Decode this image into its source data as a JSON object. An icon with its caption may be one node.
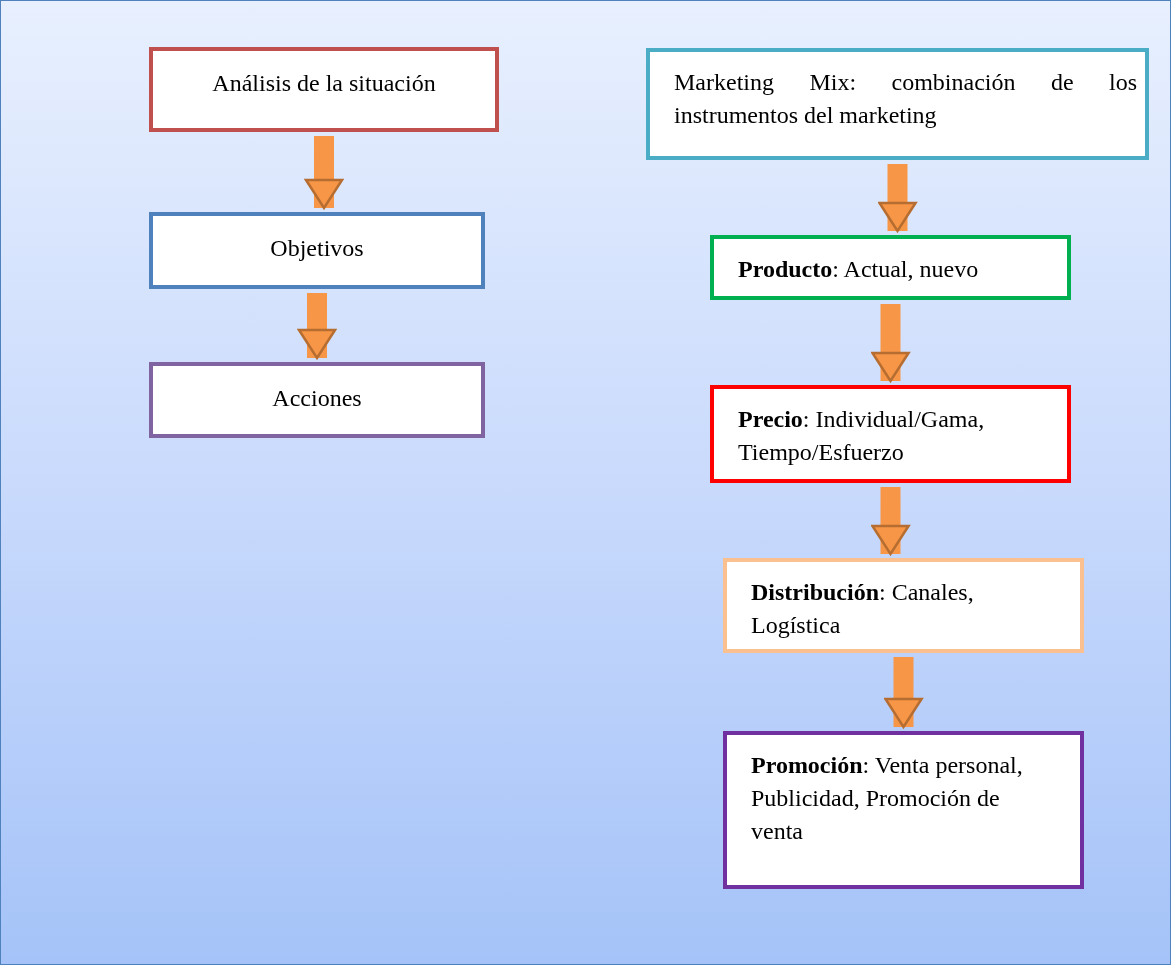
{
  "diagram": {
    "nodes": [
      {
        "text": [
          "Análisis de la situación"
        ]
      },
      {
        "text": [
          "Objetivos"
        ]
      },
      {
        "text": [
          "Acciones"
        ]
      },
      {
        "text": [
          "Marketing Mix: combinación de los instrumentos del marketing"
        ]
      },
      {
        "text": [
          "**Producto**: Actual, nuevo"
        ]
      },
      {
        "text": [
          "**Precio**: Individual/Gama, Tiempo/Esfuerzo"
        ]
      },
      {
        "text": [
          "**Distribución**: Canales, Logística"
        ]
      },
      {
        "text": [
          "**Promoción**: Venta personal, Publicidad, Promoción de venta"
        ]
      }
    ],
    "edges": [
      {
        "from": 0,
        "to": 1,
        "arrow": "to"
      },
      {
        "from": 1,
        "to": 2,
        "arrow": "to"
      },
      {
        "from": 3,
        "to": 4,
        "arrow": "to"
      },
      {
        "from": 4,
        "to": 5,
        "arrow": "to"
      },
      {
        "from": 5,
        "to": 6,
        "arrow": "to"
      },
      {
        "from": 6,
        "to": 7,
        "arrow": "to"
      }
    ]
  }
}
